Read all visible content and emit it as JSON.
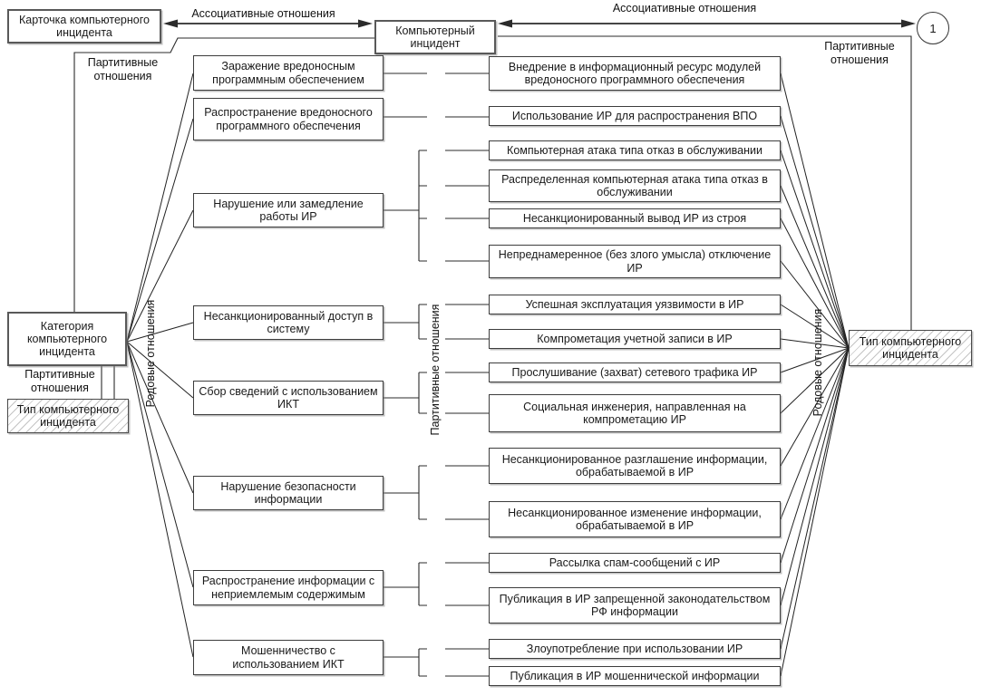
{
  "relations": {
    "associative": "Ассоциативные отношения",
    "partitive": "Партитивные отношения",
    "generic": "Родовые отношения"
  },
  "page_ref": "1",
  "nodes": {
    "card": "Карточка компьютерного инцидента",
    "incident": "Компьютерный инцидент",
    "category": "Категория компьютерного инцидента",
    "type_left": "Тип компьютерного инцидента",
    "type_right": "Тип компьютерного инцидента"
  },
  "categories": [
    "Заражение вредоносным программным обеспечением",
    "Распространение вредоносного программного обеспечения",
    "Нарушение или замедление работы ИР",
    "Несанкционированный доступ в систему",
    "Сбор сведений с использованием ИКТ",
    "Нарушение безопасности информации",
    "Распространение информации с неприемлемым содержимым",
    "Мошенничество с использованием ИКТ"
  ],
  "types": [
    "Внедрение в информационный ресурс модулей вредоносного программного обеспечения",
    "Использование ИР для распространения ВПО",
    "Компьютерная атака типа отказ в обслуживании",
    "Распределенная компьютерная атака типа отказ в обслуживании",
    "Несанкционированный вывод ИР из строя",
    "Непреднамеренное (без злого умысла) отключение ИР",
    "Успешная эксплуатация уязвимости в ИР",
    "Компрометация учетной записи в ИР",
    "Прослушивание (захват) сетевого трафика ИР",
    "Социальная инженерия, направленная на компрометацию ИР",
    "Несанкционированное разглашение информации, обрабатываемой в ИР",
    "Несанкционированное изменение информации, обрабатываемой в ИР",
    "Рассылка спам-сообщений с ИР",
    "Публикация в ИР запрещенной законодательством РФ информации",
    "Злоупотребление при использовании ИР",
    "Публикация в ИР мошеннической информации"
  ],
  "colors": {
    "line": "#2b2b2b",
    "box_border": "#3d3d3d",
    "hatch": "#c4c4c4"
  }
}
